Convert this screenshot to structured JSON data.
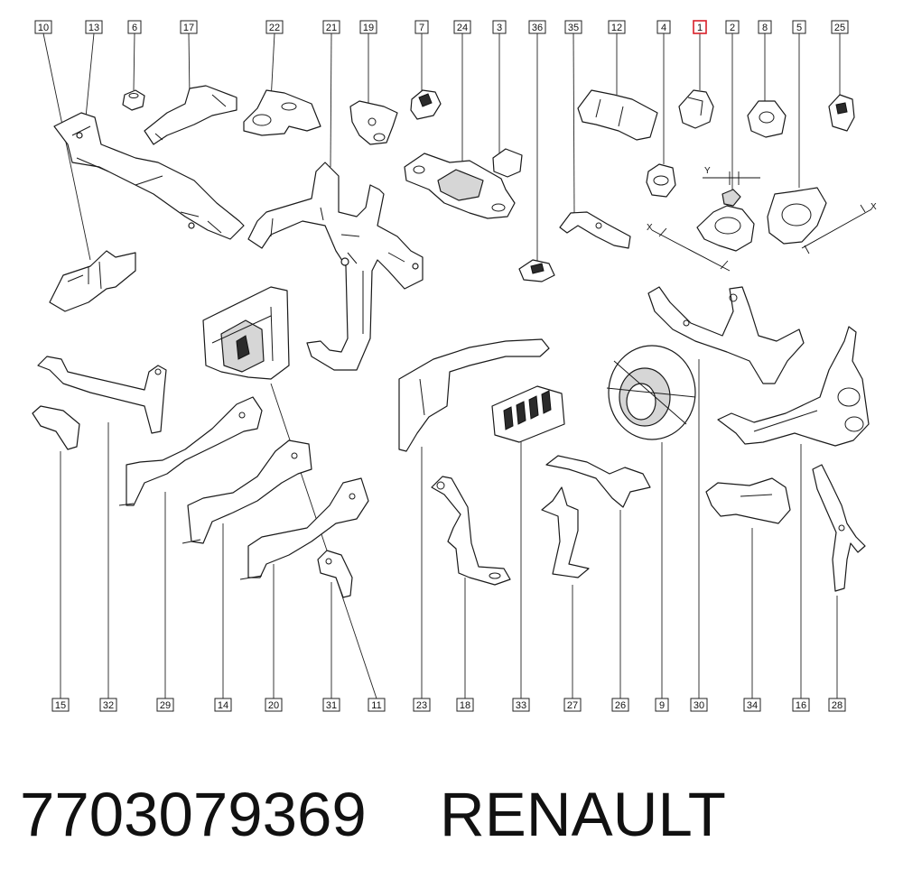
{
  "top_labels": [
    "10",
    "13",
    "6",
    "17",
    "22",
    "21",
    "19",
    "7",
    "24",
    "3",
    "36",
    "35",
    "12",
    "4",
    "1",
    "2",
    "8",
    "5",
    "25"
  ],
  "bottom_labels": [
    "15",
    "32",
    "29",
    "14",
    "20",
    "31",
    "11",
    "23",
    "18",
    "33",
    "27",
    "26",
    "9",
    "30",
    "34",
    "16",
    "28"
  ],
  "highlighted_label": "1",
  "dimension_labels": [
    "Y",
    "X",
    "X"
  ],
  "caption": {
    "part_number": "7703079369",
    "brand": "RENAULT"
  },
  "colors": {
    "highlight": "#d8202a",
    "line": "#1a1a1a",
    "background": "#ffffff"
  }
}
